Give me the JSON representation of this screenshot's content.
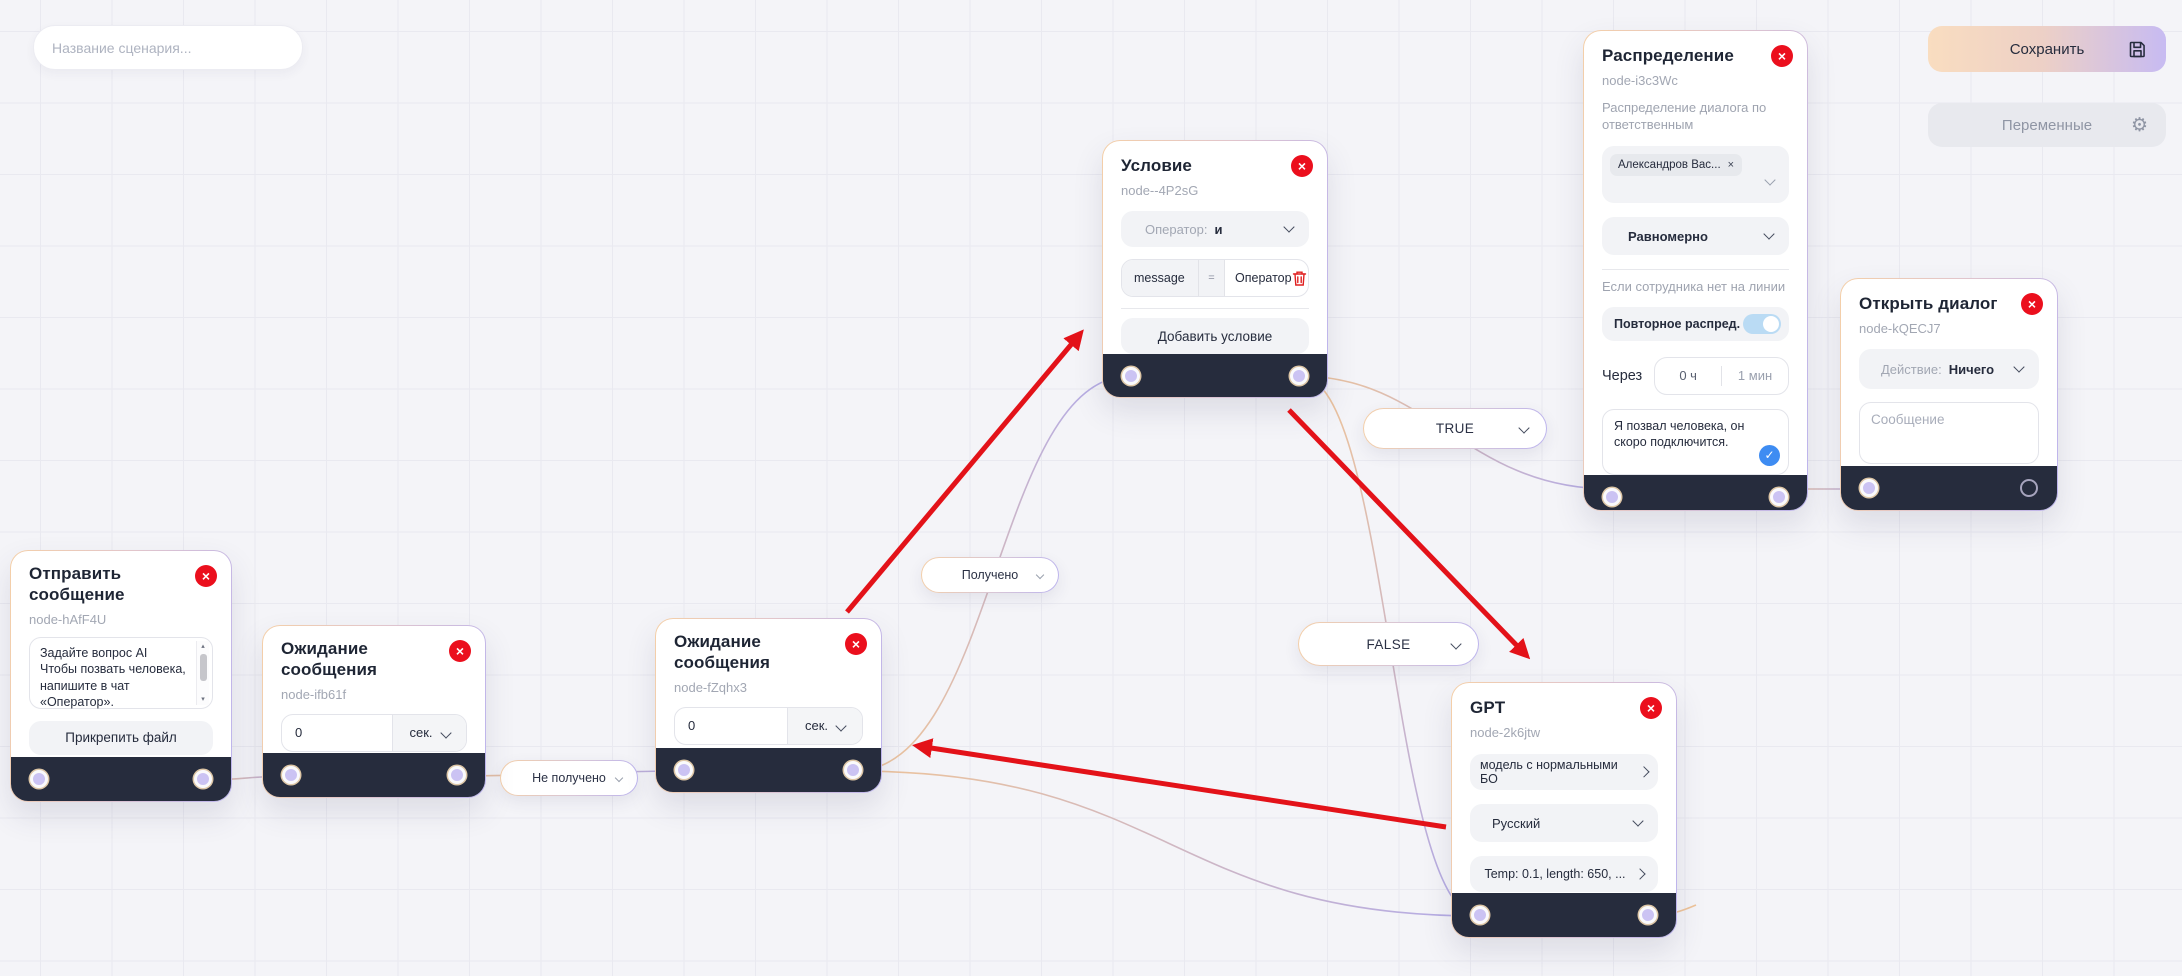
{
  "header": {
    "scenario_name_placeholder": "Название сценария...",
    "save_button": "Сохранить",
    "variables_button": "Переменные"
  },
  "edge_labels": {
    "received": "Получено",
    "not_received": "Не получено",
    "true": "TRUE",
    "false": "FALSE"
  },
  "nodes": {
    "send_message": {
      "title": "Отправить сообщение",
      "id": "node-hAfF4U",
      "message": "Задайте вопрос AI\nЧтобы позвать человека, напишите в чат «Оператор».",
      "attach_button": "Прикрепить файл"
    },
    "wait_1": {
      "title": "Ожидание сообщения",
      "id": "node-ifb61f",
      "value": "0",
      "unit": "сек."
    },
    "wait_2": {
      "title": "Ожидание сообщения",
      "id": "node-fZqhx3",
      "value": "0",
      "unit": "сек."
    },
    "condition": {
      "title": "Условие",
      "id": "node--4P2sG",
      "operator_label": "Оператор:",
      "operator_value": "и",
      "row": {
        "field": "message",
        "op": "=",
        "value": "Оператор"
      },
      "add_button": "Добавить условие"
    },
    "distribution": {
      "title": "Распределение",
      "id": "node-i3c3Wc",
      "description": "Распределение диалога по ответственным",
      "chip": "Александров Вас...",
      "mode": "Равномерно",
      "offline_label": "Если сотрудника нет на линии",
      "repeat_label": "Повторное распред.",
      "after_label": "Через",
      "hours": "0 ч",
      "minutes": "1 мин",
      "message": "Я позвал человека, он скоро подключится."
    },
    "open_dialog": {
      "title": "Открыть диалог",
      "id": "node-kQECJ7",
      "action_label": "Действие:",
      "action_value": "Ничего",
      "message_placeholder": "Сообщение"
    },
    "gpt": {
      "title": "GPT",
      "id": "node-2k6jtw",
      "model": "модель с нормальными БО",
      "language": "Русский",
      "params": "Temp: 0.1, length: 650, ..."
    }
  },
  "colors": {
    "close_red": "#eb0f1d",
    "footer_dark": "#262c3d",
    "edge_start": "#eec49a",
    "edge_end": "#b3abe8",
    "annotation_red": "#e31219",
    "toggle_on": "#badbf4",
    "check_blue": "#3e8cf2",
    "save_gradient_start": "#f9ddc0",
    "save_gradient_end": "#c7bbf2"
  }
}
